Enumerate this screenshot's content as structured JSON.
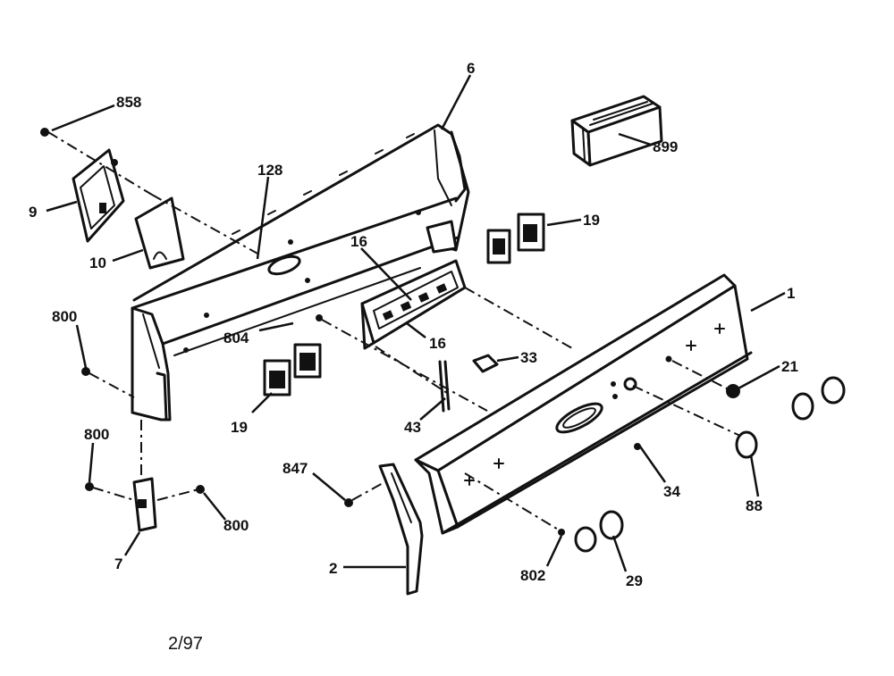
{
  "diagram": {
    "date_code": "2/97",
    "callouts": {
      "c858": "858",
      "c9": "9",
      "c10": "10",
      "c128": "128",
      "c6": "6",
      "c899": "899",
      "c19_top": "19",
      "c16_upper": "16",
      "c16_lower": "16",
      "c1": "1",
      "c800_top": "800",
      "c804": "804",
      "c33": "33",
      "c21": "21",
      "c19_bottom": "19",
      "c43": "43",
      "c800_mid": "800",
      "c847": "847",
      "c34": "34",
      "c88": "88",
      "c800_bottom": "800",
      "c7": "7",
      "c2": "2",
      "c802": "802",
      "c29": "29"
    }
  }
}
